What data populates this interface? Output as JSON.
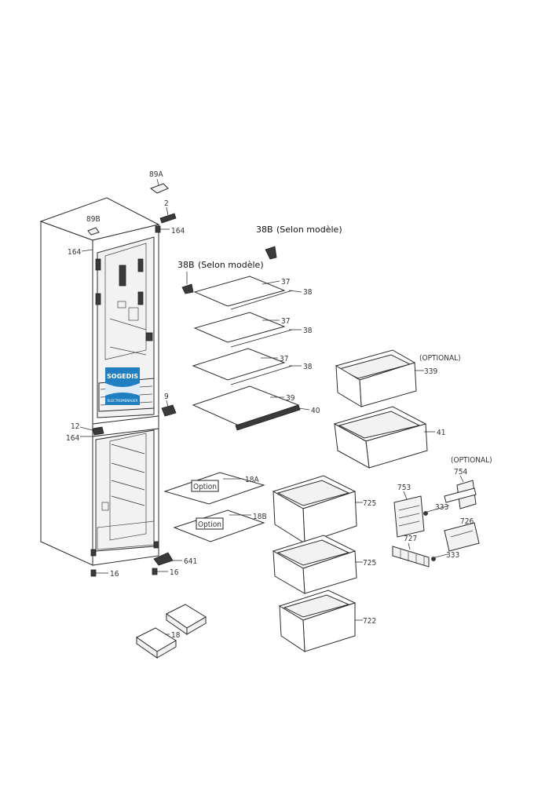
{
  "labels": {
    "l89A": "89A",
    "l2": "2",
    "l89B": "89B",
    "l164a": "164",
    "l164b": "164",
    "l164c": "164",
    "l38B_top": "38B",
    "l38B_top_note": "(Selon modèle)",
    "l38B_left": "38B",
    "l38B_left_note": "(Selon modèle)",
    "l37a": "37",
    "l38a": "38",
    "l37b": "37",
    "l38b": "38",
    "l37c": "37",
    "l38c": "38",
    "l39": "39",
    "l40": "40",
    "l9": "9",
    "l12": "12",
    "lopt1": "(OPTIONAL)",
    "l339": "339",
    "l41": "41",
    "lopt2": "(OPTIONAL)",
    "l754": "754",
    "l753": "753",
    "l333a": "333",
    "l726": "726",
    "l727": "727",
    "l333b": "333",
    "l18A": "18A",
    "l18B": "18B",
    "option1": "Option",
    "option2": "Option",
    "l725a": "725",
    "l725b": "725",
    "l722": "722",
    "l641": "641",
    "l16a": "16",
    "l16b": "16",
    "l18": "18"
  },
  "logo": {
    "name": "SOGEDIS",
    "sub": "ELECTROMENAGER",
    "color": "#1f7fc1"
  }
}
